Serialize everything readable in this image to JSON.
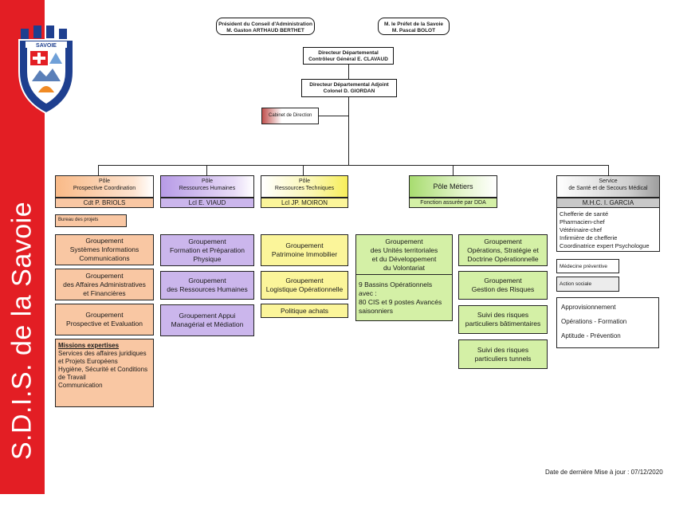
{
  "side_title": "S.D.I.S. de la Savoie",
  "logo": {
    "name": "sdis-savoie-crest",
    "text": "SAVOIE"
  },
  "top": {
    "president": {
      "line1": "Président du Conseil d'Administration",
      "line2": "M. Gaston ARTHAUD BERTHET"
    },
    "prefet": {
      "line1": "M. le Préfet de la Savoie",
      "line2": "M. Pascal BOLOT"
    },
    "director": {
      "line1": "Directeur Départemental",
      "line2": "Contrôleur Général E. CLAVAUD"
    },
    "deputy": {
      "line1": "Directeur Départemental Adjoint",
      "line2": "Colonel D. GIORDAN"
    },
    "cabinet": "Cabinet de Direction"
  },
  "poles": {
    "prospective": {
      "line1": "Pôle",
      "line2": "Prospective Coordination",
      "head": "Cdt P. BRIOLS"
    },
    "rh": {
      "line1": "Pôle",
      "line2": "Ressources Humaines",
      "head": "Lcl  E. VIAUD"
    },
    "rt": {
      "line1": "Pôle",
      "line2": "Ressources Techniques",
      "head": "Lcl JP. MOIRON"
    },
    "metiers": {
      "title": "Pôle Métiers",
      "head": "Fonction assurée par DDA"
    },
    "sante": {
      "line1": "Service",
      "line2": "de Santé et de Secours Médical",
      "head": "M.H.C.   I. GARCIA",
      "staff": [
        "Chefferie de santé",
        "Pharmacien-chef",
        "Vétérinaire-chef",
        "Infirmière de chefferie",
        "Coordinatrice expert Psychologue"
      ]
    }
  },
  "col1": {
    "bureau": "Bureau des projets",
    "g1": [
      "Groupement",
      "Systèmes Informations",
      "Communications"
    ],
    "g2": [
      "Groupement",
      "des Affaires Administratives",
      "et Financières"
    ],
    "g3": [
      "Groupement",
      "Prospective et Evaluation"
    ],
    "missions_title": "Missions expertises",
    "missions": [
      "Services des affaires juridiques",
      "et Projets Européens",
      "Hygiène, Sécurité et Conditions",
      "de Travail",
      "Communication"
    ]
  },
  "col2": {
    "g1": [
      "Groupement",
      "Formation et Préparation",
      "Physique"
    ],
    "g2": [
      "Groupement",
      "des Ressources Humaines"
    ],
    "g3": [
      "Groupement Appui",
      "Managérial et Médiation"
    ]
  },
  "col3": {
    "g1": [
      "Groupement",
      "Patrimoine Immobilier"
    ],
    "g2": [
      "Groupement",
      "Logistique Opérationnelle"
    ],
    "g3": "Politique achats"
  },
  "col4": {
    "g1": [
      "Groupement",
      "des Unités territoriales",
      "et du Développement",
      "du Volontariat"
    ],
    "g1b": [
      "9 Bassins Opérationnels",
      "avec :",
      " 80 CIS et 9 postes Avancés",
      "saisonniers"
    ]
  },
  "col5": {
    "g1": [
      "Groupement",
      "Opérations, Stratégie et",
      "Doctrine Opérationnelle"
    ],
    "g2": [
      "Groupement",
      "Gestion des Risques"
    ],
    "g3": [
      "Suivi des risques",
      "particuliers bâtimentaires"
    ],
    "g4": [
      "Suivi des risques",
      "particuliers tunnels"
    ]
  },
  "col6": {
    "medecine": "Médecine préventive",
    "action": "Action sociale",
    "list": [
      "Approvisionnement",
      "Opérations - Formation",
      "Aptitude - Prévention"
    ]
  },
  "footer": "Date de dernière Mise à jour : 07/12/2020",
  "colors": {
    "red": "#e31e24",
    "orange": "#f7c4a4",
    "purple": "#c9b3ea",
    "yellow": "#fbf59a",
    "green": "#d4f0a6",
    "grey": "#c8c8c8",
    "cabinet": "#c0504d"
  }
}
